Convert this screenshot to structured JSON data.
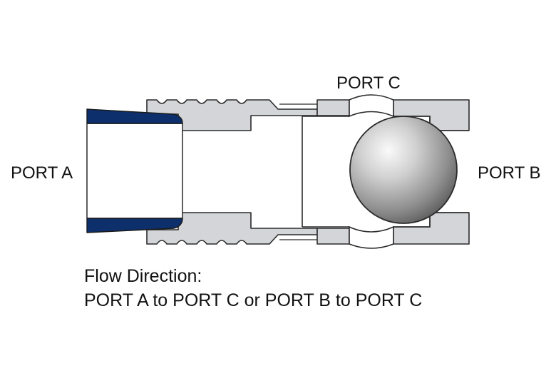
{
  "labels": {
    "port_a": "PORT A",
    "port_b": "PORT B",
    "port_c": "PORT C"
  },
  "caption": {
    "line1": "Flow Direction:",
    "line2": "PORT A to PORT C or PORT B to PORT C"
  },
  "colors": {
    "body_fill": "#d3d5d8",
    "outline": "#2b2b2b",
    "tube_blue": "#0d2f6b",
    "ball_light": "#fafafa",
    "ball_dark": "#5a5a5a",
    "background": "#ffffff"
  },
  "components": [
    "fitting-body",
    "threaded-coupling",
    "tube-insert",
    "check-ball",
    "port-c-passage"
  ]
}
